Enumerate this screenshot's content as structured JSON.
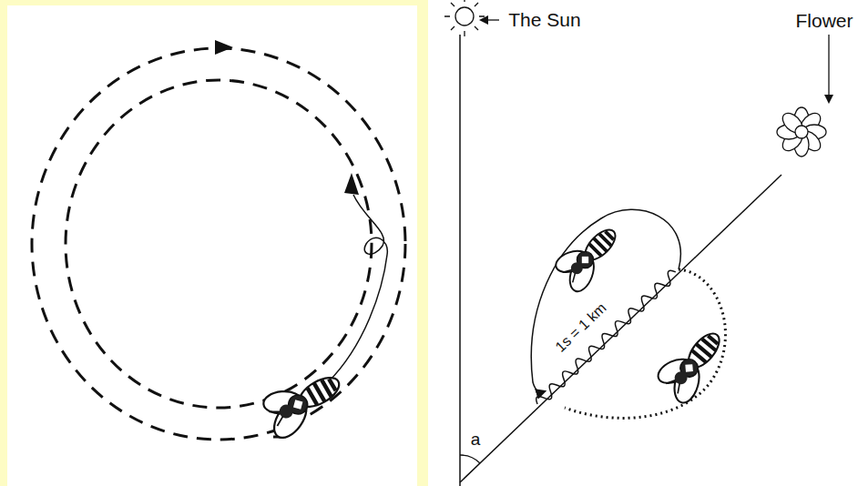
{
  "diagram": {
    "labels": [
      "The Sun",
      "Flower",
      "1s = 1 km",
      "a"
    ]
  }
}
